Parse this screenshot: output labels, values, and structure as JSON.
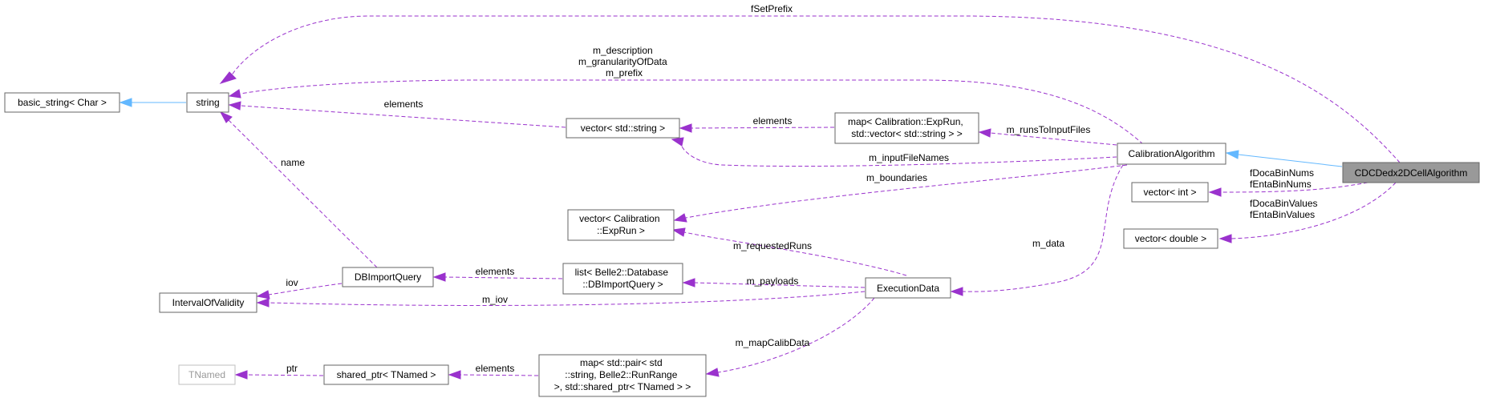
{
  "nodes": {
    "basic_string": "basic_string< Char >",
    "string": "string",
    "vector_string": "vector< std::string >",
    "map_exprun": [
      "map< Calibration::ExpRun,",
      "std::vector< std::string > >"
    ],
    "calibration_algorithm": "CalibrationAlgorithm",
    "cdc": "CDCDedx2DCellAlgorithm",
    "vector_int": "vector< int >",
    "vector_double": "vector< double >",
    "vector_exprun": [
      "vector< Calibration",
      "::ExpRun >"
    ],
    "dbimportquery": "DBImportQuery",
    "list_dbimport": [
      "list< Belle2::Database",
      "::DBImportQuery >"
    ],
    "interval": "IntervalOfValidity",
    "execution_data": "ExecutionData",
    "tnamed": "TNamed",
    "shared_ptr": "shared_ptr< TNamed >",
    "map_pair": [
      "map< std::pair< std",
      "::string, Belle2::RunRange",
      " >, std::shared_ptr< TNamed > >"
    ]
  },
  "edges": {
    "fSetPrefix": "fSetPrefix",
    "m_desc": [
      "m_description",
      "m_granularityOfData",
      "m_prefix"
    ],
    "elements_vs_string": "elements",
    "elements_map_vs": "elements",
    "m_runsToInputFiles": "m_runsToInputFiles",
    "m_inputFileNames": "m_inputFileNames",
    "m_boundaries": "m_boundaries",
    "name": "name",
    "fDocaBinNums": [
      "fDocaBinNums",
      "fEntaBinNums"
    ],
    "fDocaBinValues": [
      "fDocaBinValues",
      "fEntaBinValues"
    ],
    "m_data": "m_data",
    "m_requestedRuns": "m_requestedRuns",
    "m_payloads": "m_payloads",
    "m_iov": "m_iov",
    "iov": "iov",
    "elements_list_db": "elements",
    "m_mapCalibData": "m_mapCalibData",
    "elements_map_shared": "elements",
    "ptr": "ptr"
  }
}
